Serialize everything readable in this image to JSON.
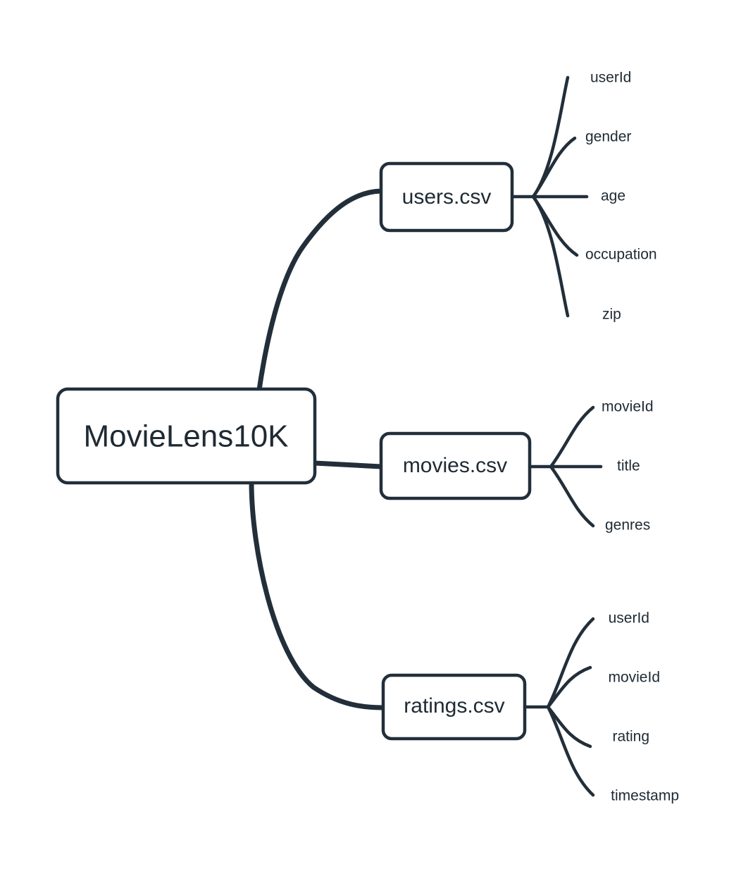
{
  "diagram": {
    "type": "mindmap",
    "title": "MovieLens10K dataset mindmap",
    "background_color": "#ffffff",
    "stroke_color": "#222f3a",
    "text_color": "#1f2a33"
  },
  "root": {
    "label": "MovieLens10K"
  },
  "branches": [
    {
      "id": "users",
      "label": "users.csv",
      "leaves": [
        {
          "label": "userId"
        },
        {
          "label": "gender"
        },
        {
          "label": "age"
        },
        {
          "label": "occupation"
        },
        {
          "label": "zip"
        }
      ]
    },
    {
      "id": "movies",
      "label": "movies.csv",
      "leaves": [
        {
          "label": "movieId"
        },
        {
          "label": "title"
        },
        {
          "label": "genres"
        }
      ]
    },
    {
      "id": "ratings",
      "label": "ratings.csv",
      "leaves": [
        {
          "label": "userId"
        },
        {
          "label": "movieId"
        },
        {
          "label": "rating"
        },
        {
          "label": "timestamp"
        }
      ]
    }
  ]
}
